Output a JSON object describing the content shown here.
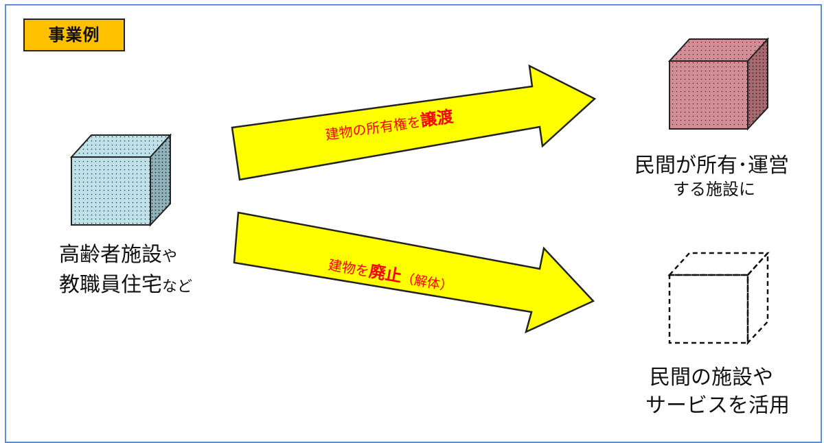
{
  "badge": {
    "label": "事業例"
  },
  "source": {
    "line1_main": "高齢者施設",
    "line1_tail": "や",
    "line2_main": "教職員住宅",
    "line2_tail": "など"
  },
  "arrows": {
    "top": {
      "prefix": "建物の所有権を",
      "emphasis": "譲渡"
    },
    "bottom": {
      "prefix": "建物を",
      "emphasis": "廃止",
      "suffix": "（解体）"
    }
  },
  "targets": {
    "private_owned": {
      "line1": "民間が所有･運営",
      "line2": "する施設に"
    },
    "private_service": {
      "line1": "民間の施設や",
      "line2": "サービスを活用"
    }
  },
  "colors": {
    "badge": "#ffc000",
    "arrow_fill": "#ffff00",
    "arrow_text": "#ff0000",
    "source_cube": "#bfe1ea",
    "owned_cube": "#d38d95",
    "frame": "#5b8ed6"
  }
}
